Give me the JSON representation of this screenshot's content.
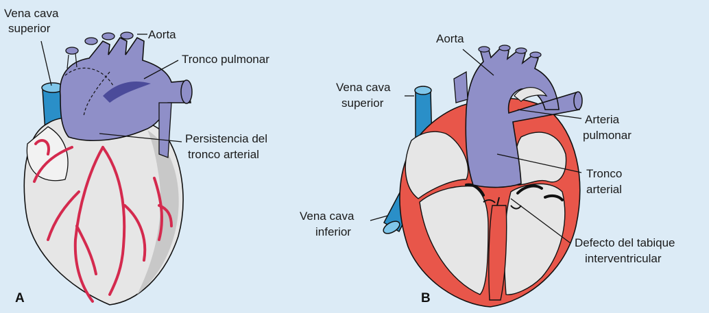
{
  "colors": {
    "background": "#dcebf6",
    "trunk": "#8f8fc8",
    "vein": "#2a8fc8",
    "myocardium": "#e8564a",
    "heart_surface": "#e6e6e6",
    "coronary": "#d42a4e"
  },
  "panel_a": {
    "letter": "A",
    "labels": {
      "vena_cava_superior_1": "Vena cava",
      "vena_cava_superior_2": "superior",
      "aorta": "Aorta",
      "tronco_pulmonar": "Tronco pulmonar",
      "persistencia_1": "Persistencia del",
      "persistencia_2": "tronco arterial"
    }
  },
  "panel_b": {
    "letter": "B",
    "labels": {
      "aorta": "Aorta",
      "vena_cava_superior_1": "Vena cava",
      "vena_cava_superior_2": "superior",
      "arteria_pulmonar_1": "Arteria",
      "arteria_pulmonar_2": "pulmonar",
      "tronco_arterial_1": "Tronco",
      "tronco_arterial_2": "arterial",
      "vena_cava_inferior_1": "Vena cava",
      "vena_cava_inferior_2": "inferior",
      "defecto_1": "Defecto del tabique",
      "defecto_2": "interventricular"
    }
  }
}
